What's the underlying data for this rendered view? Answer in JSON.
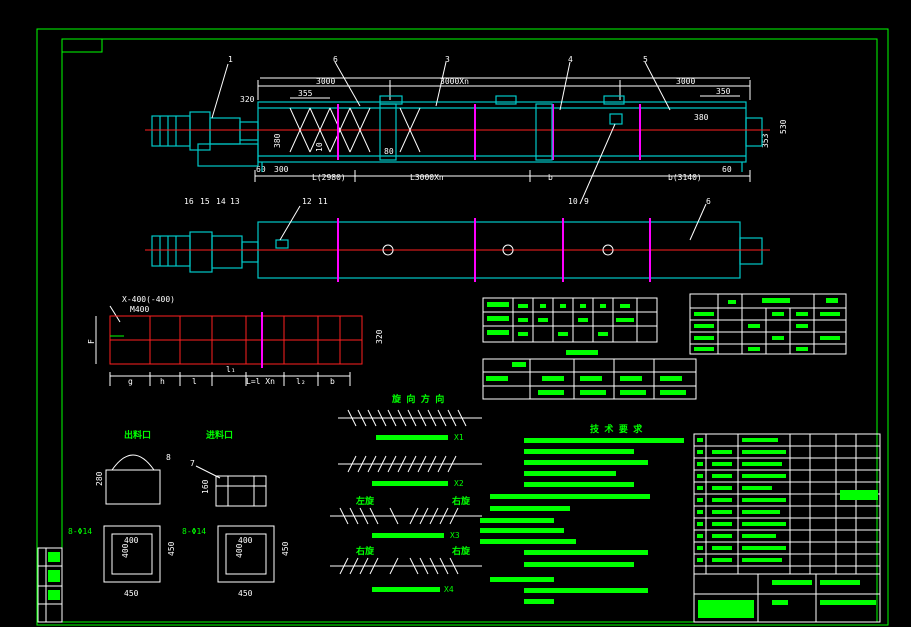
{
  "dims_top": [
    "3000",
    "3000Xn",
    "3000",
    "320",
    "355",
    "350",
    "380",
    "530",
    "353",
    "380",
    "300",
    "80",
    "10",
    "60",
    "300",
    "60"
  ],
  "dims_bottom": [
    "L(2980)",
    "L3000Xn",
    "b",
    "b(3140)"
  ],
  "part_numbers_top": [
    "1",
    "6",
    "3",
    "4",
    "5"
  ],
  "part_numbers_bottom": [
    "16",
    "15",
    "14",
    "13",
    "12",
    "11",
    "10",
    "9",
    "6"
  ],
  "section_a": {
    "title": "X-400(-400)",
    "sub": "M400",
    "dim_right": "320",
    "dim_left": "F",
    "bottom_labels": [
      "g",
      "h",
      "l",
      "l₁",
      "L=l Xn",
      "l₂",
      "b"
    ]
  },
  "detail_labels": [
    "出料口",
    "进料口",
    "8",
    "7",
    "280",
    "160",
    "8-Φ14"
  ],
  "flange_dims": [
    "400",
    "400",
    "450",
    "450",
    "400",
    "400",
    "450",
    "450"
  ],
  "screw_section": {
    "title": "旋 向 方 向",
    "labels": [
      "X1",
      "X2",
      "X3",
      "X4"
    ],
    "side_labels": [
      "右旋",
      "右旋",
      "左旋",
      "右旋"
    ]
  },
  "tech_req": {
    "title": "技 术 要 求"
  },
  "colors": {
    "bg": "#000000",
    "line": "#00ff00",
    "body": "#00c8c8",
    "center": "#ff2020",
    "flange": "#ff00ff",
    "frame": "#ffffff"
  }
}
